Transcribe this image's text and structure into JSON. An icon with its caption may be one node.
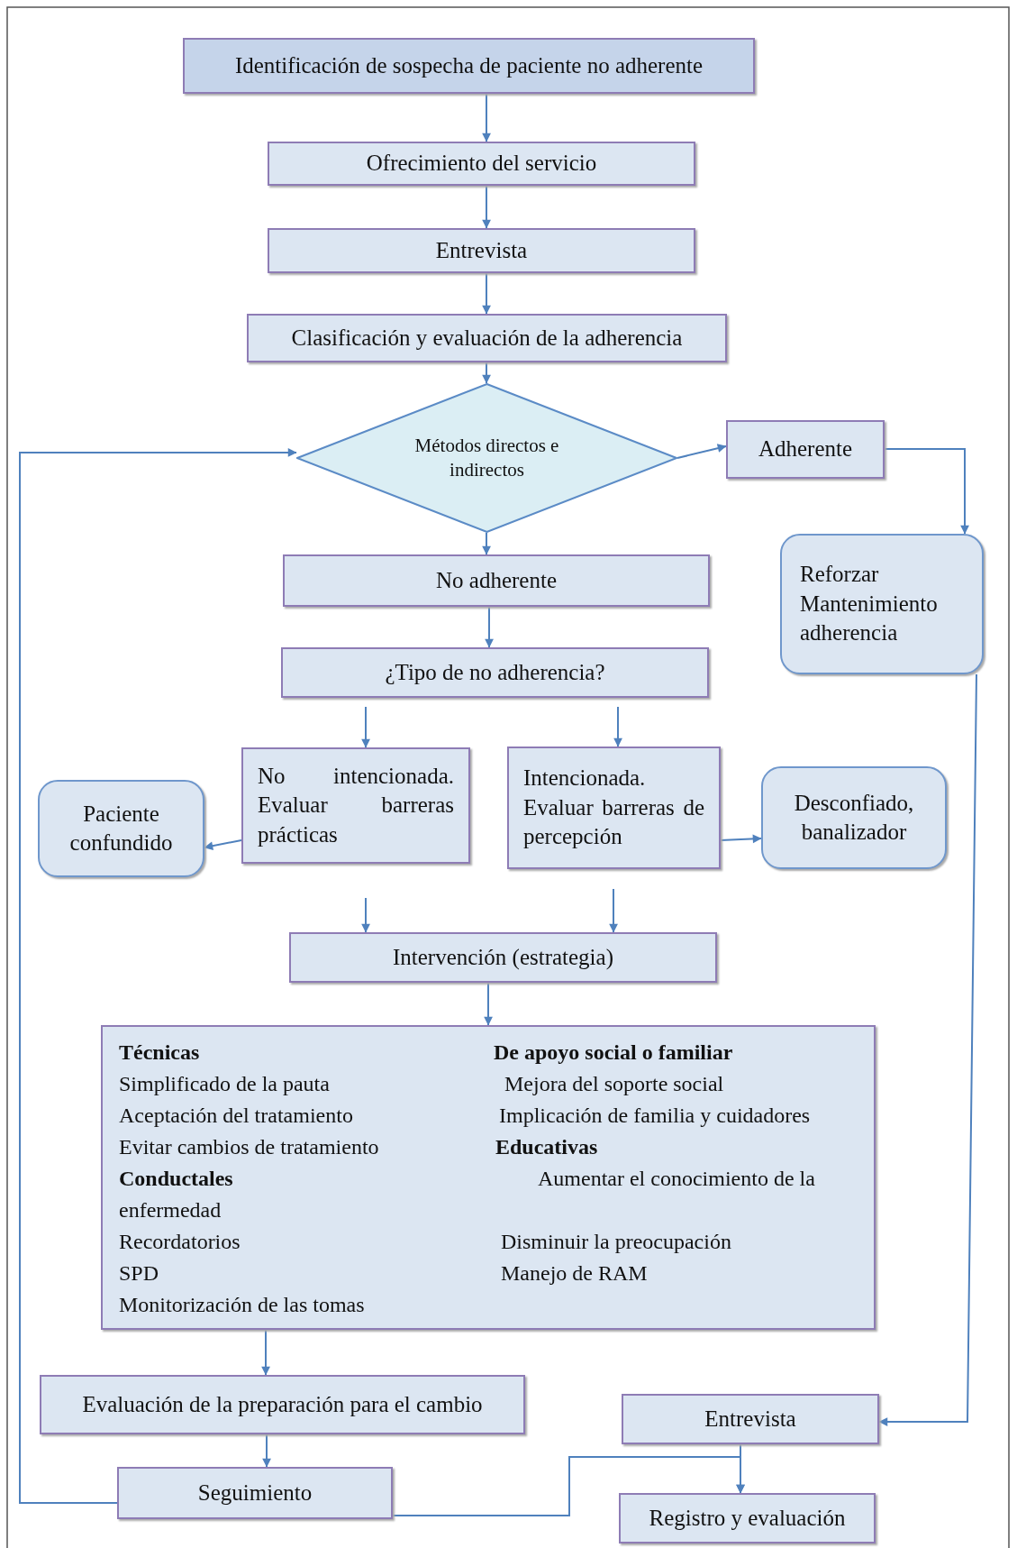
{
  "diagram": {
    "nodes": [
      {
        "text": [
          "Identificación de sospecha de paciente no adherente"
        ]
      },
      {
        "text": [
          "Ofrecimiento del servicio"
        ]
      },
      {
        "text": [
          "Entrevista"
        ]
      },
      {
        "text": [
          "Clasificación y evaluación de la adherencia"
        ]
      },
      {
        "text": [
          "Métodos directos e indirectos"
        ]
      },
      {
        "text": [
          "Adherente"
        ]
      },
      {
        "text": [
          "Reforzar Mantenimiento adherencia"
        ]
      },
      {
        "text": [
          "No adherente"
        ]
      },
      {
        "text": [
          "¿Tipo de no adherencia?"
        ]
      },
      {
        "text": [
          "No intencionada. Evaluar barreras prácticas"
        ]
      },
      {
        "text": [
          "Intencionada. Evaluar barreras de percepción"
        ]
      },
      {
        "text": [
          "Paciente confundido"
        ]
      },
      {
        "text": [
          "Desconfiado, banalizador"
        ]
      },
      {
        "text": [
          "Intervención (estrategia)"
        ]
      },
      {
        "text": [
          "Técnicas",
          "Simplificado de la pauta",
          "Aceptación del tratamiento",
          "Evitar cambios de tratamiento",
          "Conductales",
          "enfermedad",
          "Recordatorios",
          "SPD",
          "Monitorización de las tomas",
          "De apoyo social o familiar",
          "Mejora del soporte social",
          "Implicación de familia y cuidadores",
          "Educativas",
          "Aumentar el conocimiento de la",
          "Disminuir la preocupación",
          "Manejo de RAM"
        ]
      },
      {
        "text": [
          "Evaluación de la preparación para el cambio"
        ]
      },
      {
        "text": [
          "Entrevista"
        ]
      },
      {
        "text": [
          "Seguimiento"
        ]
      },
      {
        "text": [
          "Registro y evaluación"
        ]
      }
    ],
    "edges": [
      {
        "from": 0,
        "to": 1,
        "arrow": "to"
      },
      {
        "from": 1,
        "to": 2,
        "arrow": "to"
      },
      {
        "from": 2,
        "to": 3,
        "arrow": "to"
      },
      {
        "from": 3,
        "to": 4,
        "arrow": "to"
      },
      {
        "from": 4,
        "to": 5,
        "arrow": "to"
      },
      {
        "from": 5,
        "to": 6,
        "arrow": "to"
      },
      {
        "from": 4,
        "to": 7,
        "arrow": "to"
      },
      {
        "from": 7,
        "to": 8,
        "arrow": "to"
      },
      {
        "from": 8,
        "to": 9,
        "arrow": "to"
      },
      {
        "from": 8,
        "to": 10,
        "arrow": "to"
      },
      {
        "from": 9,
        "to": 11,
        "arrow": "to"
      },
      {
        "from": 10,
        "to": 12,
        "arrow": "to"
      },
      {
        "from": 9,
        "to": 13,
        "arrow": "to"
      },
      {
        "from": 10,
        "to": 13,
        "arrow": "to"
      },
      {
        "from": 13,
        "to": 14,
        "arrow": "to"
      },
      {
        "from": 14,
        "to": 15,
        "arrow": "to"
      },
      {
        "from": 15,
        "to": 17,
        "arrow": "to"
      },
      {
        "from": 17,
        "to": 4,
        "arrow": "to"
      },
      {
        "from": 6,
        "to": 16,
        "arrow": "to"
      },
      {
        "from": 17,
        "to": 18,
        "arrow": "to"
      },
      {
        "from": 16,
        "to": 18,
        "arrow": "to"
      }
    ]
  }
}
